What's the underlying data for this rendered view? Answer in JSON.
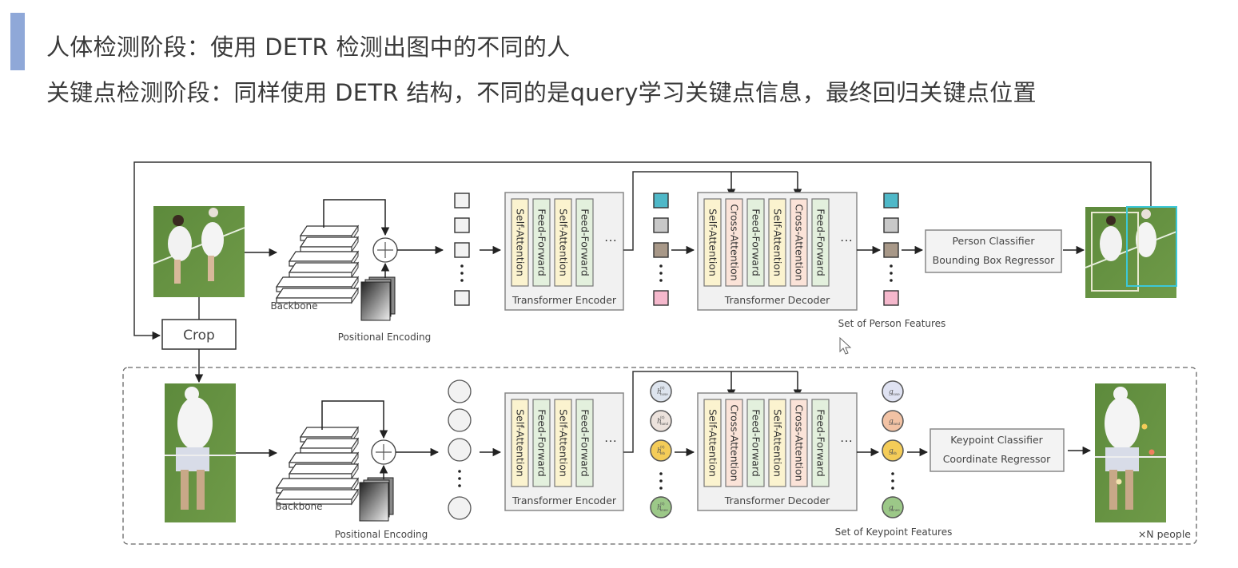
{
  "slide": {
    "heading_line1": "人体检测阶段：使用 DETR 检测出图中的不同的人",
    "heading_line2": "关键点检测阶段：同样使用 DETR 结构，不同的是query学习关键点信息，最终回归关键点位置",
    "accent_color": "#8fa8d8"
  },
  "diagram": {
    "top_stage": {
      "backbone_label": "Backbone",
      "positional_encoding_label": "Positional Encoding",
      "crop_label": "Crop",
      "encoder": {
        "title": "Transformer Encoder",
        "layers": [
          "Self-Attention",
          "Feed-Forward",
          "Self-Attention",
          "Feed-Forward"
        ]
      },
      "decoder": {
        "title": "Transformer Decoder",
        "layers": [
          "Self-Attention",
          "Cross-Attention",
          "Feed-Forward",
          "Self-Attention",
          "Cross-Attention",
          "Feed-Forward"
        ]
      },
      "query_colors": [
        "#4fb8c8",
        "#c8c8c8",
        "#a89888",
        "#f5b8cc"
      ],
      "features_label": "Set of Person Features",
      "head_lines": [
        "Person Classifier",
        "Bounding Box Regressor"
      ]
    },
    "bottom_stage": {
      "backbone_label": "Backbone",
      "positional_encoding_label": "Positional Encoding",
      "encoder": {
        "title": "Transformer Encoder",
        "layers": [
          "Self-Attention",
          "Feed-Forward",
          "Self-Attention",
          "Feed-Forward"
        ]
      },
      "decoder": {
        "title": "Transformer Decoder",
        "layers": [
          "Self-Attention",
          "Cross-Attention",
          "Feed-Forward",
          "Self-Attention",
          "Cross-Attention",
          "Feed-Forward"
        ]
      },
      "queries": [
        {
          "symbol": "h",
          "sup": "(0)",
          "sub": "nose",
          "color": "#dde4ee"
        },
        {
          "symbol": "h",
          "sup": "(0)",
          "sub": "hand",
          "color": "#ece2dc"
        },
        {
          "symbol": "h",
          "sup": "(0)",
          "sub": "elb",
          "color": "#f4cc58"
        },
        {
          "symbol": "h",
          "sup": "(0)",
          "sub": "knee",
          "color": "#9cc888"
        }
      ],
      "outputs": [
        {
          "symbol": "g",
          "sub": "nose",
          "color": "#dfe2f2"
        },
        {
          "symbol": "g",
          "sub": "hand",
          "color": "#f2c2a4"
        },
        {
          "symbol": "g",
          "sub": "elb",
          "color": "#f4cc58"
        },
        {
          "symbol": "g",
          "sub": "knee",
          "color": "#9cc888"
        }
      ],
      "features_label": "Set of Keypoint Features",
      "head_lines": [
        "Keypoint Classifier",
        "Coordinate Regressor"
      ],
      "repeat_label": "×N people"
    },
    "layer_colors": {
      "self_attention": "#fbf3cf",
      "feed_forward": "#e3f0dd",
      "cross_attention": "#fbe3d8"
    },
    "ellipsis": "···"
  }
}
